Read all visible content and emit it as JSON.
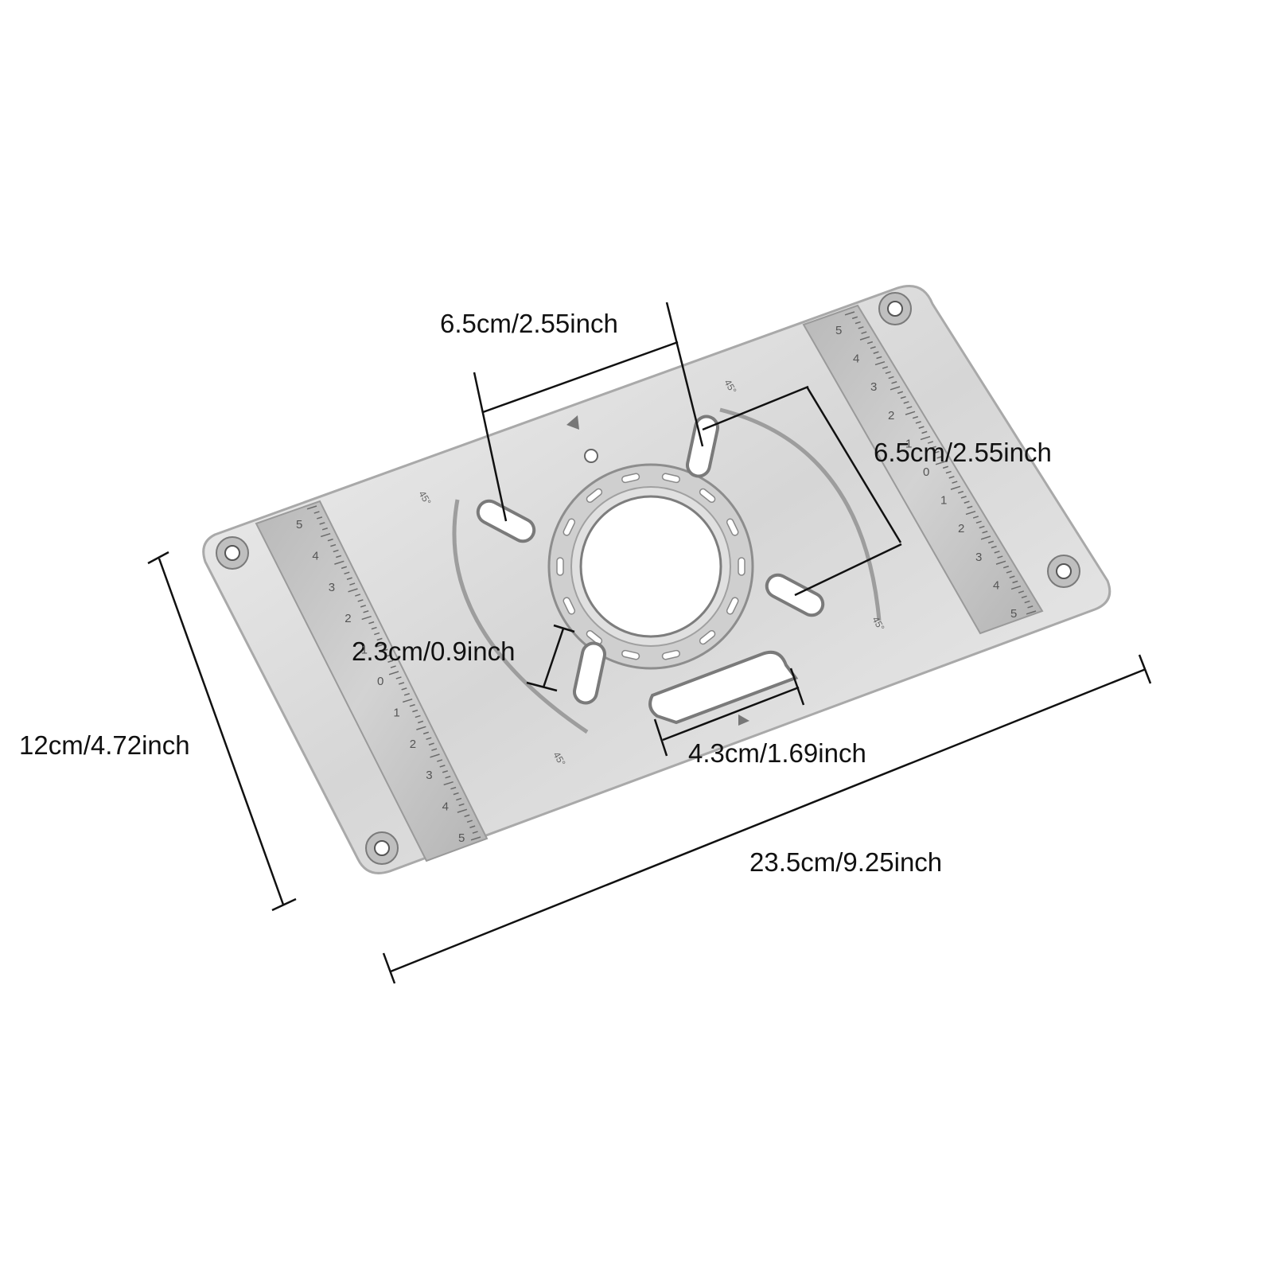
{
  "dimensions": {
    "top_slot_spacing": "6.5cm/2.55inch",
    "right_slot_spacing": "6.5cm/2.55inch",
    "slot_length": "2.3cm/0.9inch",
    "rect_opening_width": "4.3cm/1.69inch",
    "plate_width": "12cm/4.72inch",
    "plate_length": "23.5cm/9.25inch"
  },
  "ruler_left": {
    "marks": [
      "5",
      "4",
      "3",
      "2",
      "1",
      "0",
      "1",
      "2",
      "3",
      "4",
      "5"
    ]
  },
  "ruler_right": {
    "marks": [
      "5",
      "4",
      "3",
      "2",
      "1",
      "0",
      "1",
      "2",
      "3",
      "4",
      "5"
    ]
  },
  "angle_marks": [
    "45°",
    "45°",
    "45°",
    "45°"
  ],
  "colors": {
    "plate": "#d9d9d9",
    "plate_edge": "#a9a9a9",
    "ruler": "#c4c4c4",
    "line": "#111111"
  }
}
